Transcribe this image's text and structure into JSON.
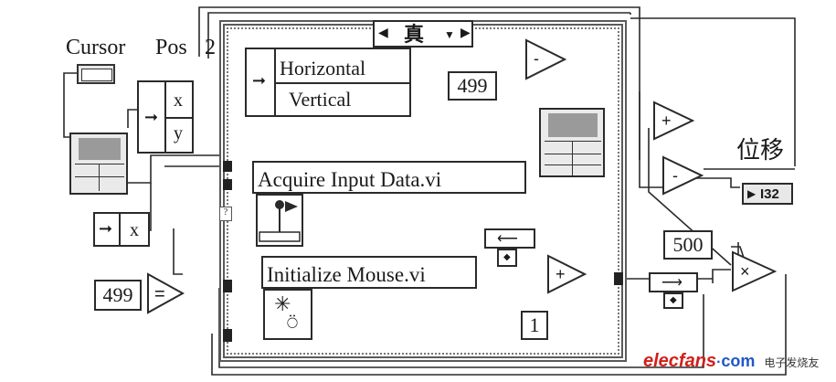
{
  "labels": {
    "cursor": "Cursor",
    "pos": "Pos",
    "pos_index": "2",
    "weiyi": "位移",
    "case_value": "真",
    "horizontal": "Horizontal",
    "vertical": "Vertical",
    "acquire": "Acquire Input Data.vi",
    "initialize": "Initialize Mouse.vi",
    "x_top": "x",
    "y_top": "y",
    "x_small": "x",
    "i32": "I32",
    "eq": "=",
    "plus": "+",
    "minus": "-",
    "times": "×",
    "case_left_arrow": "◀",
    "case_right_arrow": "▶",
    "case_dropdown_arrow": "▼"
  },
  "constants": {
    "c499_top": "499",
    "c499_left": "499",
    "c500": "500",
    "c1": "1"
  },
  "watermark": {
    "brand": "elecfans",
    "dot_com": "com",
    "cn": "电子发烧友"
  },
  "colors": {
    "wire": "#2a2a2a",
    "frame": "#4a4a4a",
    "brand_red": "#d0201a",
    "brand_blue": "#1f57c7"
  }
}
